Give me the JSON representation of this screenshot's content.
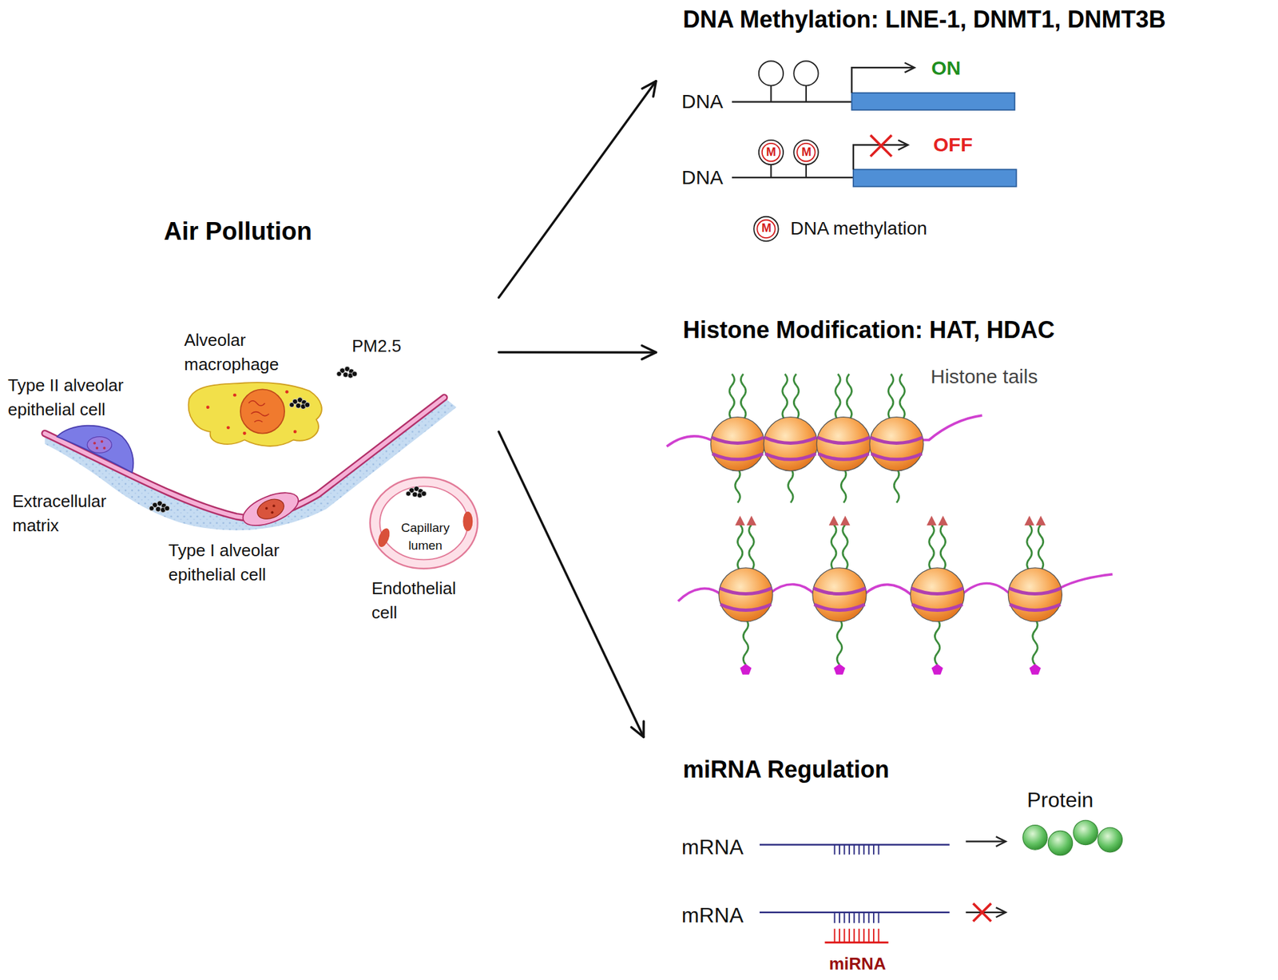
{
  "diagram": {
    "nodes": [
      {
        "text": [
          "Air Pollution"
        ]
      },
      {
        "text": [
          "DNA Methylation: LINE-1, DNMT1, DNMT3B"
        ]
      },
      {
        "text": [
          "Histone Modification: HAT, HDAC"
        ]
      },
      {
        "text": [
          "miRNA Regulation"
        ]
      }
    ],
    "edges": [
      {
        "from": 0,
        "to": 1,
        "arrow": "to"
      },
      {
        "from": 0,
        "to": 2,
        "arrow": "to"
      },
      {
        "from": 0,
        "to": 3,
        "arrow": "to"
      }
    ],
    "labels": [
      "PM2.5",
      "Alveolar macrophage",
      "Type II alveolar epithelial cell",
      "Extracellular matrix",
      "Type I alveolar epithelial cell",
      "Capillary lumen",
      "Endothelial cell",
      "DNA",
      "ON",
      "DNA",
      "OFF",
      "M",
      "M",
      "M",
      "Histone tails",
      "mRNA",
      "Protein",
      "mRNA",
      "miRNA"
    ],
    "legend": [
      {
        "text": "DNA methylation"
      }
    ]
  }
}
